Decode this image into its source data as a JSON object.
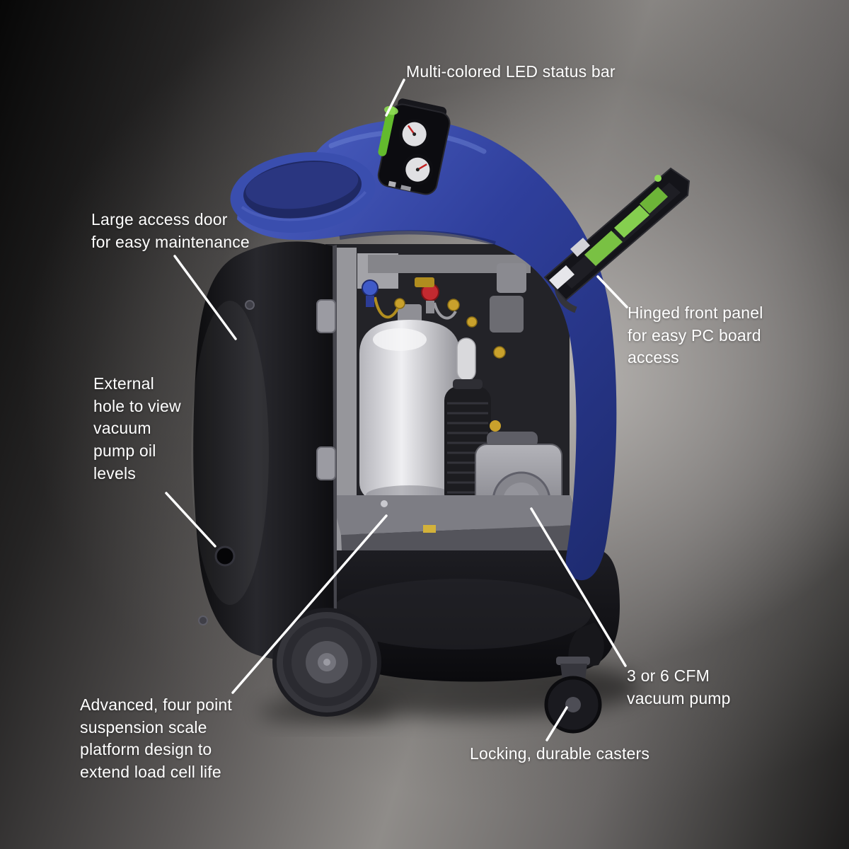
{
  "colors": {
    "label_text": "#ffffff",
    "callout_line": "#ffffff",
    "machine_blue": "#2f3f9c",
    "pcb_green": "#79c143",
    "led_green": "#63bb2d"
  },
  "callouts": {
    "led_status_bar": {
      "label": "Multi-colored LED status bar"
    },
    "access_door": {
      "label": "Large access door\nfor easy maintenance"
    },
    "oil_view_hole": {
      "label": "External\nhole to view\nvacuum\npump oil\nlevels"
    },
    "hinged_panel": {
      "label": "Hinged front panel\nfor easy PC board\naccess"
    },
    "vacuum_pump": {
      "label": "3 or 6 CFM\nvacuum pump"
    },
    "casters": {
      "label": "Locking, durable casters"
    },
    "scale_platform": {
      "label": "Advanced, four point\nsuspension scale\nplatform design to\nextend load cell life"
    }
  }
}
